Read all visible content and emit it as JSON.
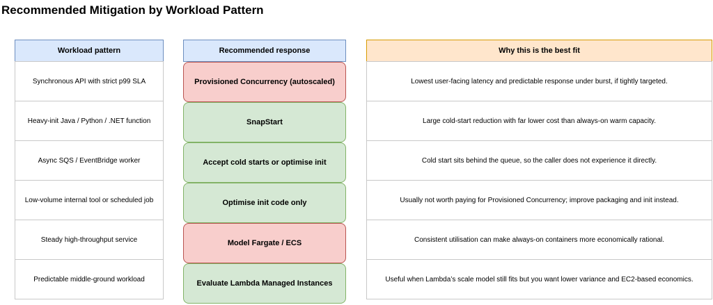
{
  "title": "Recommended Mitigation by Workload Pattern",
  "columns": {
    "pattern": "Workload pattern",
    "response": "Recommended response",
    "why": "Why this is the best fit"
  },
  "colors": {
    "header_blue_fill": "#dae8fc",
    "header_blue_border": "#6c8ebf",
    "header_orange_fill": "#ffe6cc",
    "header_orange_border": "#d79b00",
    "red_fill": "#f8cecc",
    "red_border": "#b85450",
    "green_fill": "#d5e8d4",
    "green_border": "#82b366"
  },
  "rows": [
    {
      "pattern": "Synchronous API with strict p99 SLA",
      "response": "Provisioned Concurrency (autoscaled)",
      "response_color": "red",
      "why": "Lowest user-facing latency and predictable response under burst, if tightly targeted."
    },
    {
      "pattern": "Heavy-init Java / Python / .NET function",
      "response": "SnapStart",
      "response_color": "green",
      "why": "Large cold-start reduction with far lower cost than always-on warm capacity."
    },
    {
      "pattern": "Async SQS / EventBridge worker",
      "response": "Accept cold starts or optimise init",
      "response_color": "green",
      "why": "Cold start sits behind the queue, so the caller does not experience it directly."
    },
    {
      "pattern": "Low-volume internal tool or scheduled job",
      "response": "Optimise init code only",
      "response_color": "green",
      "why": "Usually not worth paying for Provisioned Concurrency; improve packaging and init instead."
    },
    {
      "pattern": "Steady high-throughput service",
      "response": "Model Fargate / ECS",
      "response_color": "red",
      "why": "Consistent utilisation can make always-on containers more economically rational."
    },
    {
      "pattern": "Predictable middle-ground workload",
      "response": "Evaluate Lambda Managed Instances",
      "response_color": "green",
      "why": "Useful when Lambda’s scale model still fits but you want lower variance and EC2-based economics."
    }
  ]
}
